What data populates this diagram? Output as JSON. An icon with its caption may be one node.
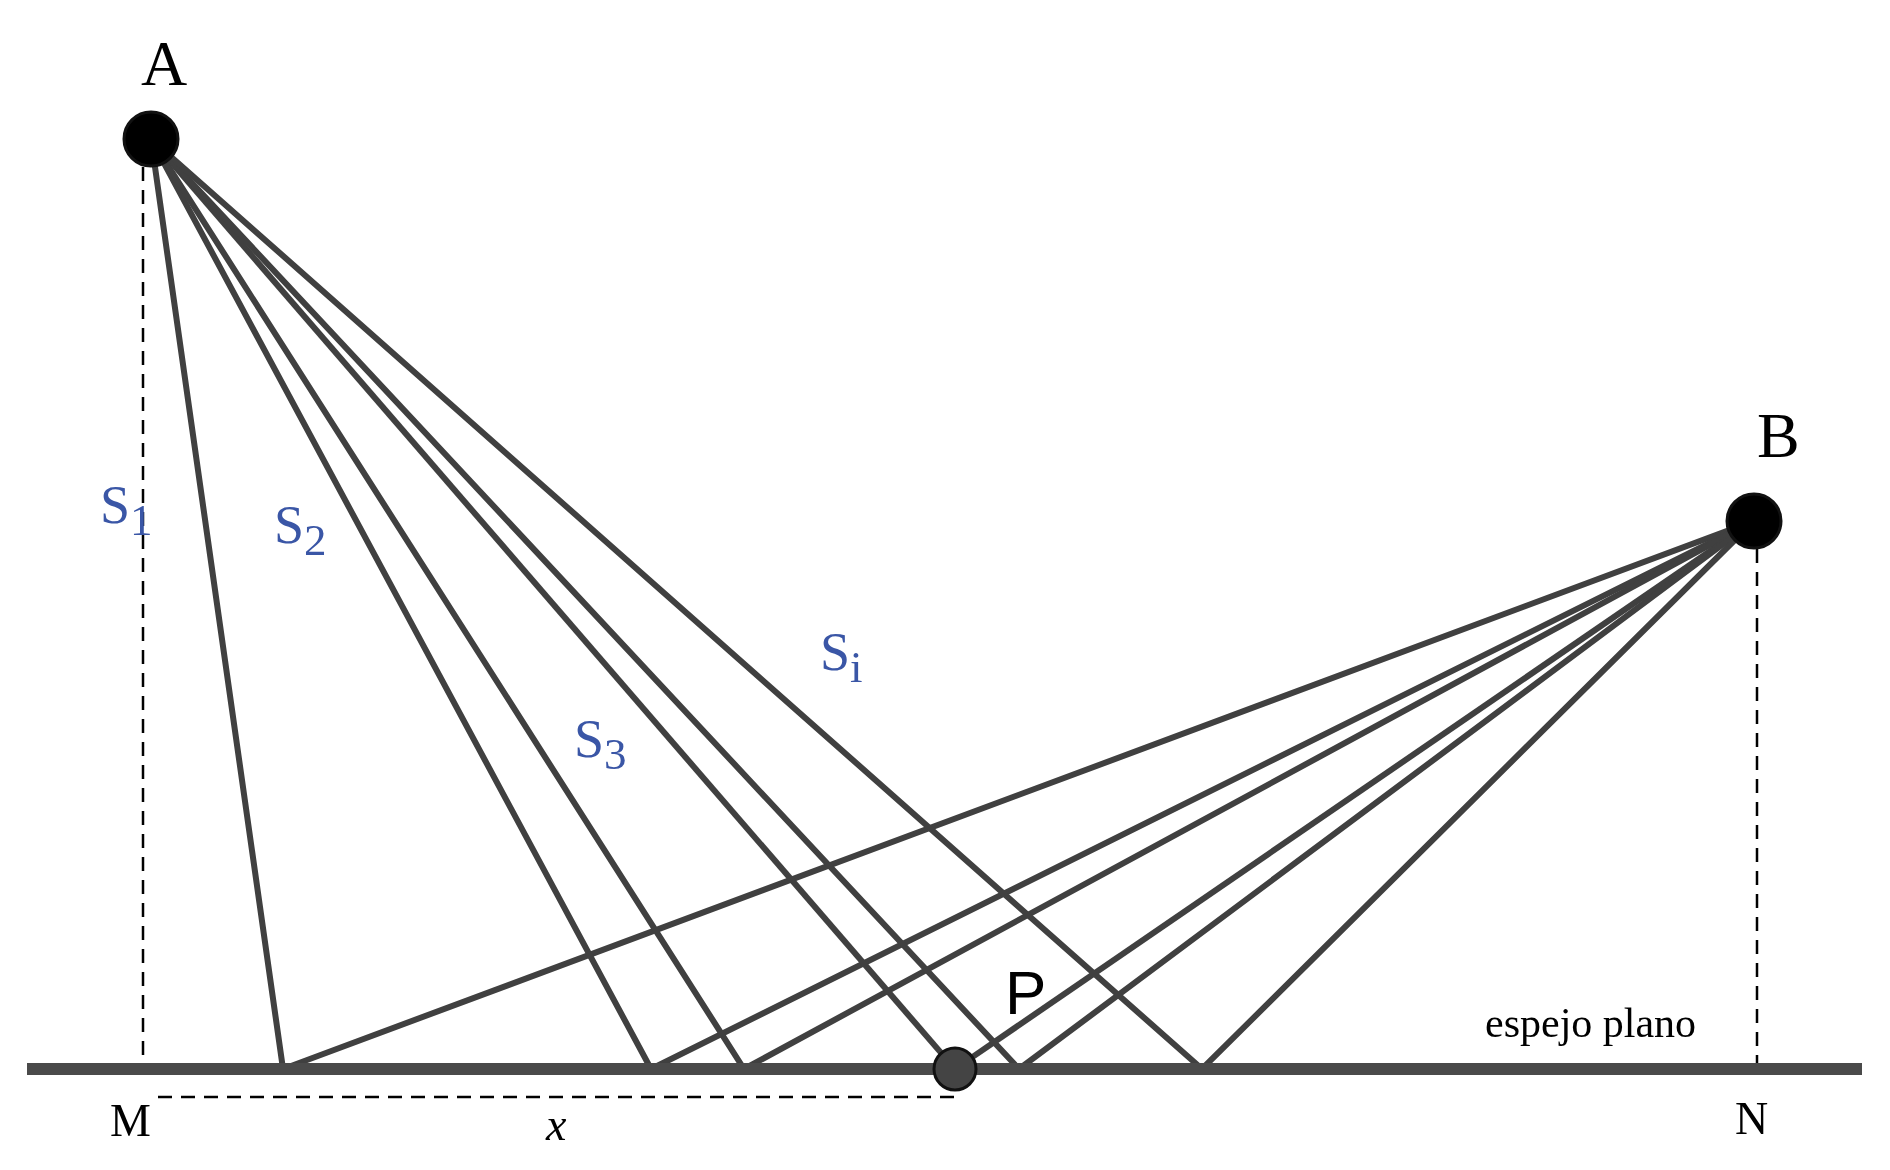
{
  "diagram": {
    "nodes": [
      {
        "text": [
          "A"
        ]
      },
      {
        "text": [
          "B"
        ]
      },
      {
        "text": [
          "espejo plano"
        ]
      },
      {
        "text": [
          "P"
        ]
      }
    ],
    "edges": [
      {
        "from": 0,
        "to": 1,
        "arrow": "none"
      },
      {
        "from": 0,
        "to": 1,
        "arrow": "none"
      },
      {
        "from": 0,
        "to": 1,
        "arrow": "none"
      },
      {
        "from": 0,
        "to": 3,
        "arrow": "none"
      },
      {
        "from": 3,
        "to": 1,
        "arrow": "none"
      },
      {
        "from": 0,
        "to": 1,
        "arrow": "none"
      },
      {
        "from": 0,
        "to": 1,
        "arrow": "none"
      },
      {
        "from": 0,
        "to": 2,
        "arrow": "none",
        "style": "dashed",
        "color": "#000000"
      },
      {
        "from": 1,
        "to": 2,
        "arrow": "none",
        "style": "dashed",
        "color": "#000000"
      }
    ],
    "labels": [
      "S$_{1}$",
      "S$_{2}$",
      "S$_{i}$",
      "S$_{3}$",
      "M",
      "x",
      "N"
    ]
  }
}
